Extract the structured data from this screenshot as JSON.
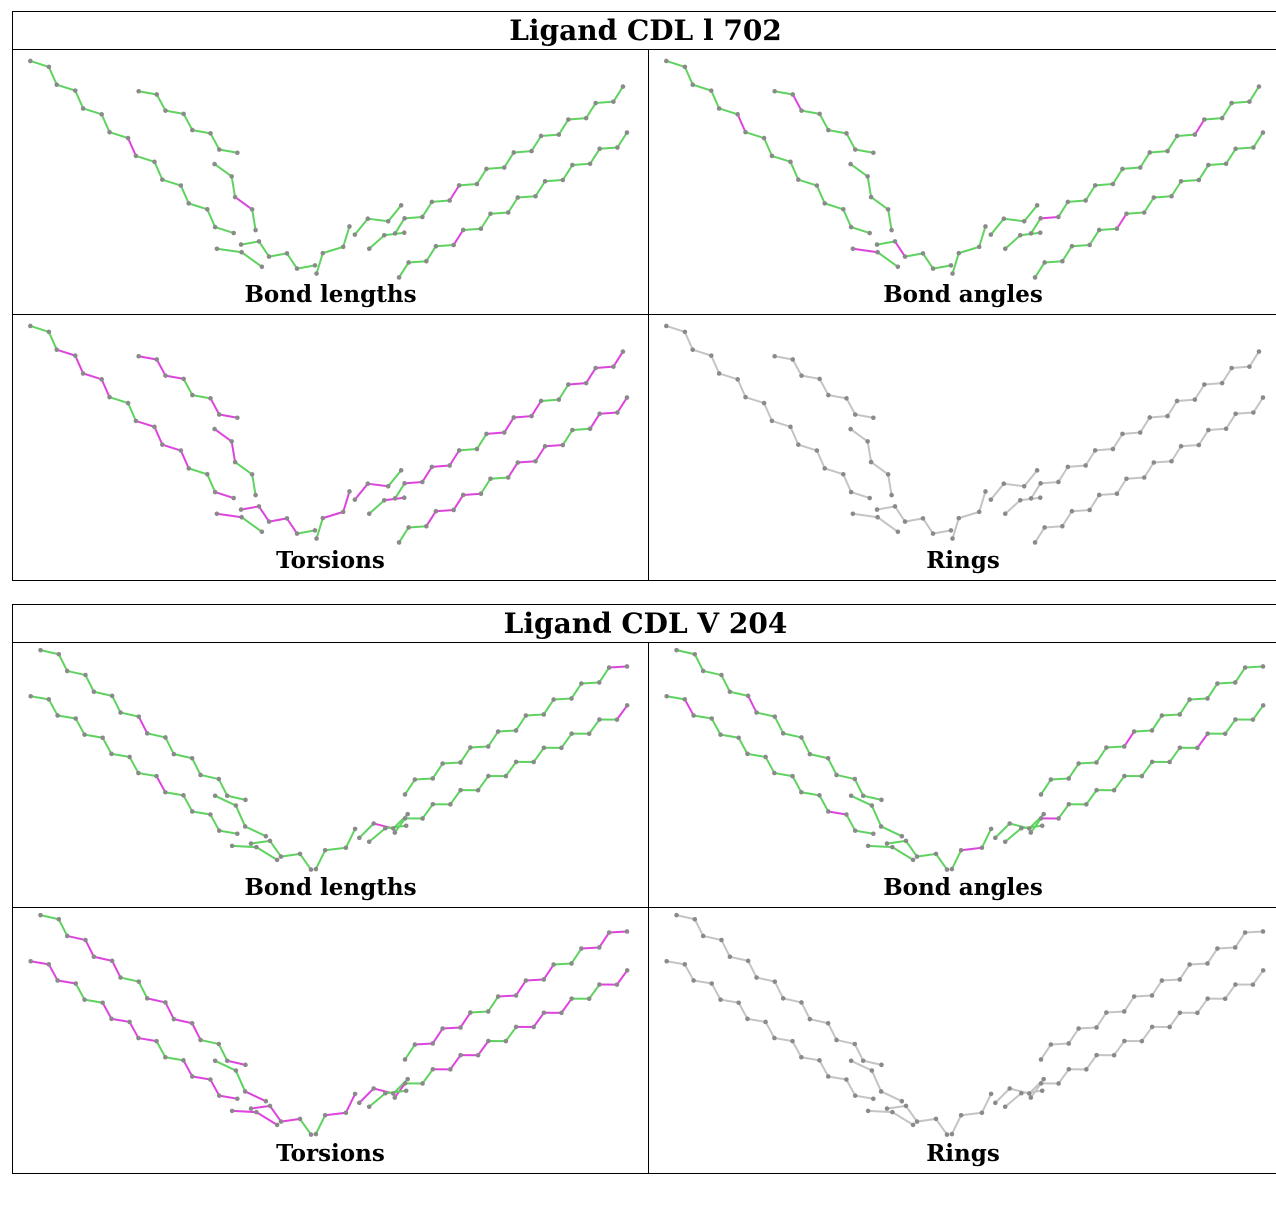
{
  "ligands": [
    {
      "title": "Ligand CDL l 702",
      "panels": [
        {
          "caption": "Bond lengths",
          "mode": "lengths"
        },
        {
          "caption": "Bond angles",
          "mode": "angles"
        },
        {
          "caption": "Torsions",
          "mode": "torsions"
        },
        {
          "caption": "Rings",
          "mode": "rings"
        }
      ]
    },
    {
      "title": "Ligand CDL V 204",
      "panels": [
        {
          "caption": "Bond lengths",
          "mode": "lengths"
        },
        {
          "caption": "Bond angles",
          "mode": "angles"
        },
        {
          "caption": "Torsions",
          "mode": "torsions"
        },
        {
          "caption": "Rings",
          "mode": "rings"
        }
      ]
    }
  ],
  "colors": {
    "ok": "#5fd35f",
    "outlier": "#dd44dd",
    "neutral": "#c4c4c4",
    "atom": "#8a8a8a",
    "border": "#000000"
  }
}
